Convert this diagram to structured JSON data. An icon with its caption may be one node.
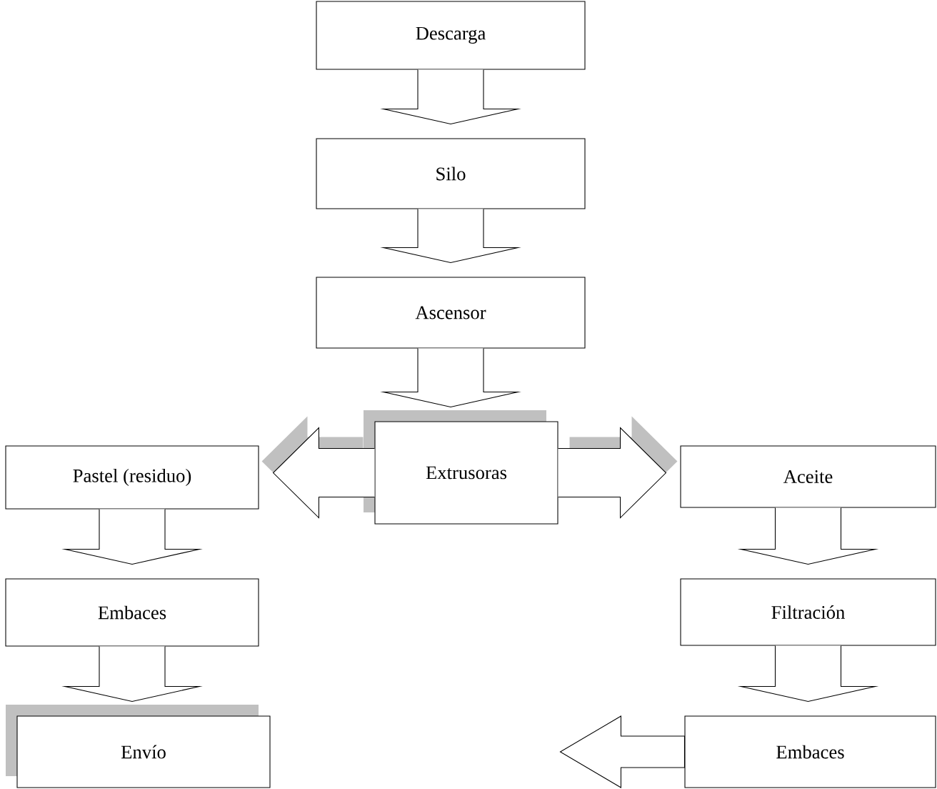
{
  "diagram": {
    "nodes": [
      {
        "text": [
          "Descarga"
        ]
      },
      {
        "text": [
          "Silo"
        ]
      },
      {
        "text": [
          "Ascensor"
        ]
      },
      {
        "text": [
          "Pastel (residuo)"
        ]
      },
      {
        "text": [
          "Extrusoras"
        ]
      },
      {
        "text": [
          "Aceite"
        ]
      },
      {
        "text": [
          "Embaces"
        ]
      },
      {
        "text": [
          "Filtración"
        ]
      },
      {
        "text": [
          "Envío"
        ]
      },
      {
        "text": [
          "Embaces"
        ]
      }
    ],
    "edges": [
      {
        "from": 0,
        "to": 1,
        "arrow": "to"
      },
      {
        "from": 1,
        "to": 2,
        "arrow": "to"
      },
      {
        "from": 2,
        "to": 4,
        "arrow": "to"
      },
      {
        "from": 4,
        "to": 3,
        "arrow": "to"
      },
      {
        "from": 4,
        "to": 5,
        "arrow": "to"
      },
      {
        "from": 3,
        "to": 6,
        "arrow": "to"
      },
      {
        "from": 5,
        "to": 7,
        "arrow": "to"
      },
      {
        "from": 6,
        "to": 8,
        "arrow": "to"
      },
      {
        "from": 7,
        "to": 9,
        "arrow": "to"
      },
      {
        "from": 9,
        "to": null,
        "arrow": "to"
      }
    ]
  }
}
